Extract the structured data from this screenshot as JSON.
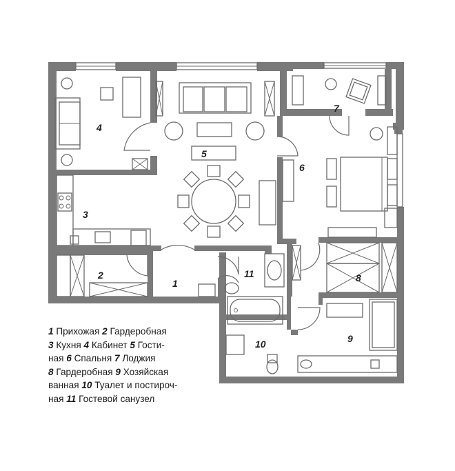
{
  "rooms": [
    {
      "num": "1",
      "name": "Прихожая"
    },
    {
      "num": "2",
      "name": "Гардеробная"
    },
    {
      "num": "3",
      "name": "Кухня"
    },
    {
      "num": "4",
      "name": "Кабинет"
    },
    {
      "num": "5",
      "name": "Гостиная"
    },
    {
      "num": "6",
      "name": "Спальня"
    },
    {
      "num": "7",
      "name": "Лоджия"
    },
    {
      "num": "8",
      "name": "Гардеробная"
    },
    {
      "num": "9",
      "name": "Хозяйская ванная"
    },
    {
      "num": "10",
      "name": "Туалет и постирочная"
    },
    {
      "num": "11",
      "name": "Гостевой санузел"
    }
  ],
  "legend": {
    "line1": [
      {
        "num": "1",
        "text": "Прихожая"
      },
      {
        "num": "2",
        "text": "Гардеробная"
      }
    ],
    "line2": [
      {
        "num": "3",
        "text": "Кухня"
      },
      {
        "num": "4",
        "text": "Кабинет"
      },
      {
        "num": "5",
        "text": "Гости-"
      }
    ],
    "line3": [
      {
        "num": "",
        "text": "ная"
      },
      {
        "num": "6",
        "text": "Спальня"
      },
      {
        "num": "7",
        "text": "Лоджия"
      }
    ],
    "line4": [
      {
        "num": "8",
        "text": "Гардеробная"
      },
      {
        "num": "9",
        "text": "Хозяйская"
      }
    ],
    "line5": [
      {
        "num": "",
        "text": "ванная"
      },
      {
        "num": "10",
        "text": "Туалет и постироч-"
      }
    ],
    "line6": [
      {
        "num": "",
        "text": "ная"
      },
      {
        "num": "11",
        "text": "Гостевой санузел"
      }
    ]
  }
}
